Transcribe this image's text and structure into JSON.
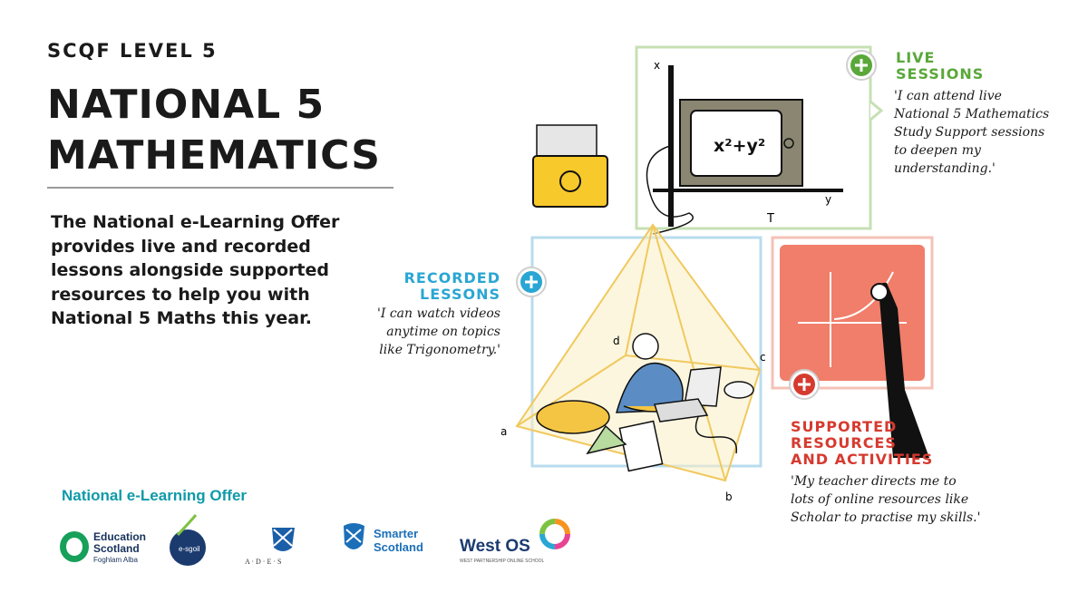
{
  "header": {
    "level": "SCQF LEVEL 5",
    "title_line1": "NATIONAL 5",
    "title_line2": "MATHEMATICS"
  },
  "intro": "The National e-Learning Offer provides live and recorded lessons alongside supported resources to help you with National 5 Maths this year.",
  "live": {
    "heading_line1": "LIVE",
    "heading_line2": "SESSIONS",
    "quote": "'I can attend live National 5 Mathematics Study Support sessions to deepen my understanding.'",
    "icon": "plus-icon",
    "color": "#5aa83a"
  },
  "recorded": {
    "heading_line1": "RECORDED",
    "heading_line2": "LESSONS",
    "quote": "'I can watch videos anytime on topics like Trigonometry.'",
    "icon": "plus-icon",
    "color": "#2aa6d4"
  },
  "supported": {
    "heading_line1": "SUPPORTED",
    "heading_line2": "RESOURCES",
    "heading_line3": "AND ACTIVITIES",
    "quote": "'My teacher directs me to lots of online resources like Scholar to practise my skills.'",
    "icon": "plus-icon",
    "color": "#d63a2f"
  },
  "illustration": {
    "equation": "x²+y²",
    "labels": {
      "x": "x",
      "y": "y",
      "T": "T",
      "a": "a",
      "b": "b",
      "c": "c",
      "d": "d"
    }
  },
  "footer": {
    "offer_label": "National e-Learning Offer",
    "logos": {
      "education_scotland_line1": "Education",
      "education_scotland_line2": "Scotland",
      "education_scotland_line3": "Foghlam Alba",
      "esgoil": "e-sgoil",
      "ades": "A · D · E · S",
      "smarter_line1": "Smarter",
      "smarter_line2": "Scotland",
      "westos": "West OS",
      "westos_sub": "WEST PARTNERSHIP ONLINE SCHOOL"
    }
  }
}
